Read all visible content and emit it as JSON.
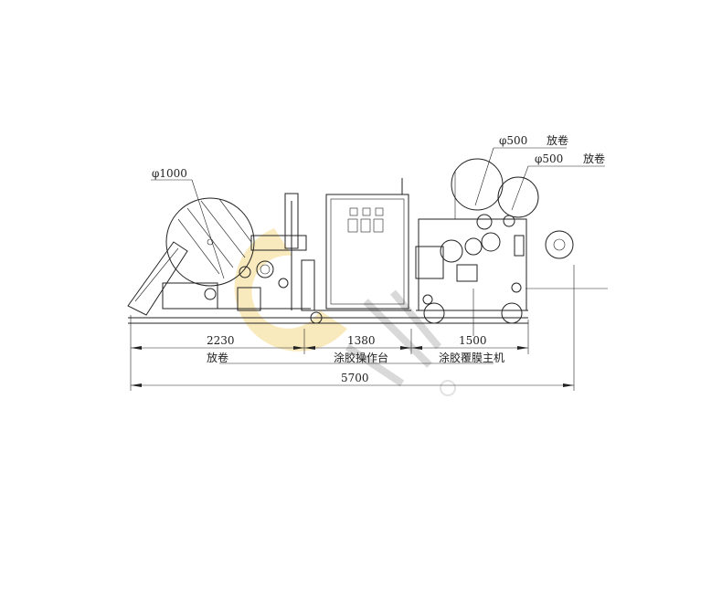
{
  "drawing": {
    "callouts": {
      "main_unwind_diameter": "φ1000",
      "top_unwind_diameter": "φ500",
      "top_unwind_label": "放卷",
      "second_unwind_diameter": "φ500",
      "second_unwind_label": "放卷"
    },
    "dimensions": {
      "unwind_length": "2230",
      "unwind_label": "放卷",
      "coating_table_length": "1380",
      "coating_table_label": "涂胶操作台",
      "main_machine_length": "1500",
      "main_machine_label": "涂胶覆膜主机",
      "total_length": "5700"
    },
    "colors": {
      "line": "#222222",
      "watermark": "#f5d98a"
    }
  }
}
